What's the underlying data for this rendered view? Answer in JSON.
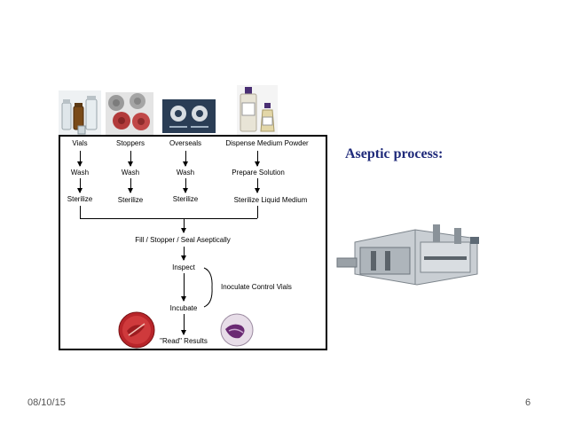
{
  "slide": {
    "title": "Aseptic process:",
    "date": "08/10/15",
    "page_number": "6"
  },
  "flow": {
    "columns": [
      {
        "step1": "Vials",
        "step2": "Wash",
        "step3": "Sterilize"
      },
      {
        "step1": "Stoppers",
        "step2": "Wash",
        "step3": "Sterilize"
      },
      {
        "step1": "Overseals",
        "step2": "Wash",
        "step3": "Sterilize"
      },
      {
        "step1": "Dispense Medium Powder",
        "step2": "Prepare Solution",
        "step3": "Sterilize Liquid Medium"
      }
    ],
    "fill": "Fill / Stopper / Seal Aseptically",
    "inspect": "Inspect",
    "incubate": "Incubate",
    "read": "\"Read\" Results",
    "control": "Inoculate Control Vials"
  },
  "images": {
    "vials": "vials-photo",
    "stoppers": "stoppers-photo",
    "overseals": "overseals-photo",
    "bottles": "medium-bottles-photo",
    "dish_red": "red-culture-dish",
    "dish_purple": "purple-culture-dish",
    "machine": "aseptic-filling-machine-photo"
  }
}
